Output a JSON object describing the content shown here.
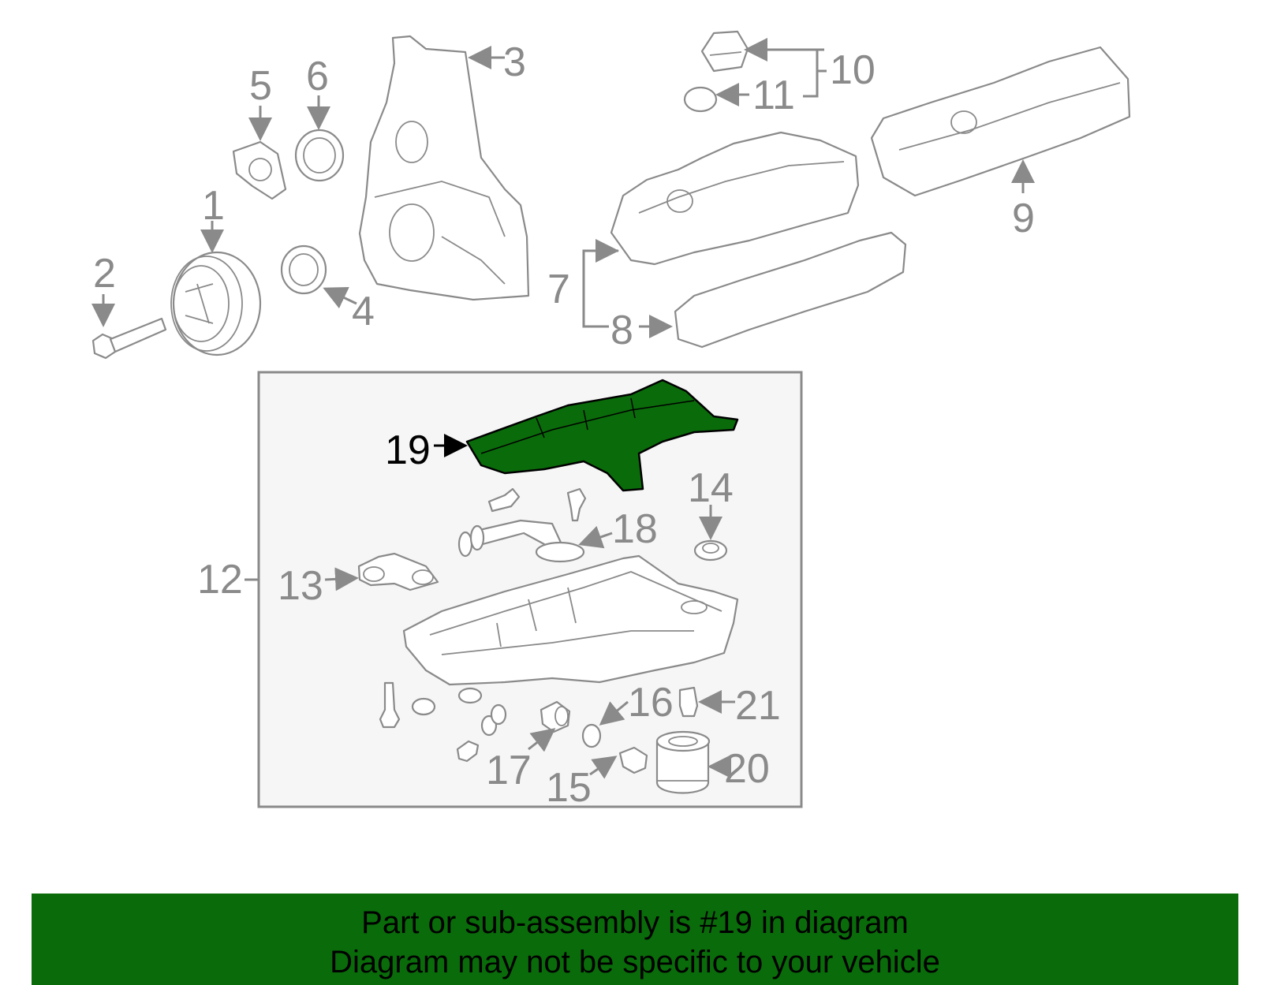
{
  "diagram": {
    "callouts": [
      "1",
      "2",
      "3",
      "4",
      "5",
      "6",
      "7",
      "8",
      "9",
      "10",
      "11",
      "12",
      "13",
      "14",
      "15",
      "16",
      "17",
      "18",
      "19",
      "20",
      "21"
    ],
    "highlighted_callout": "19",
    "colors": {
      "highlight_fill": "#0a6b0a",
      "line": "#8a8a8a",
      "inset_background": "#f6f6f6",
      "banner_background": "#0a6b0a"
    }
  },
  "banner": {
    "line1": "Part or sub-assembly is #19 in diagram",
    "line2": "Diagram may not be specific to your vehicle"
  }
}
